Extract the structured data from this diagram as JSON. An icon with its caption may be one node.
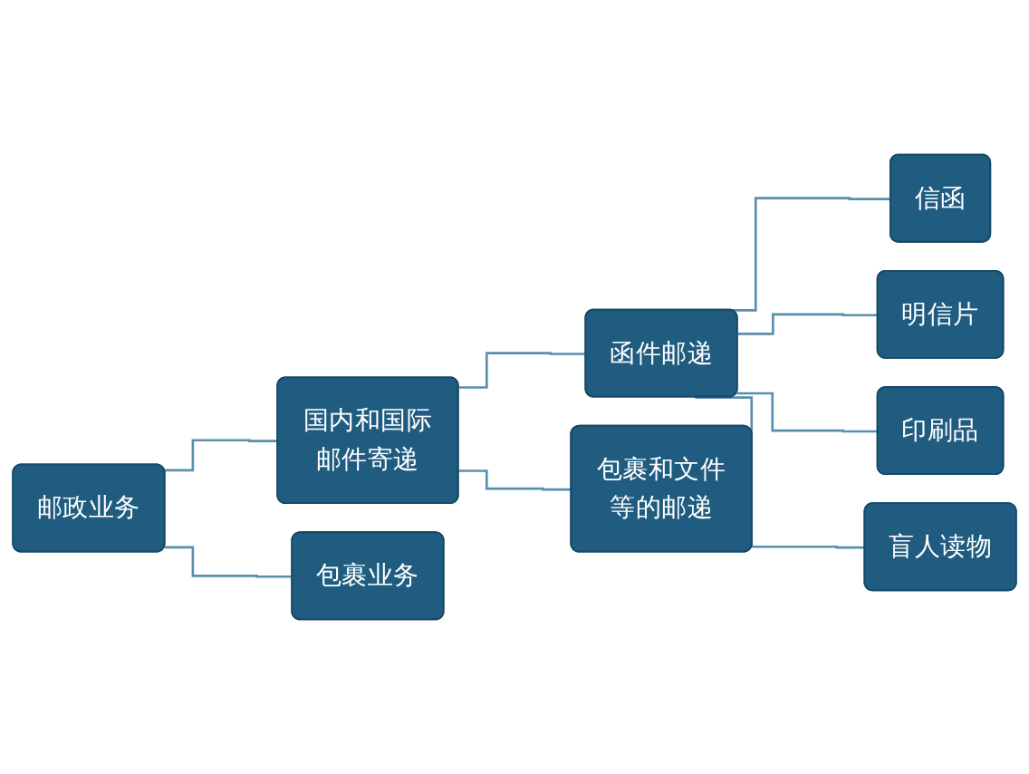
{
  "diagram": {
    "nodes": [
      {
        "text": [
          "邮政业务"
        ]
      },
      {
        "text": [
          "国内和国际邮件寄递"
        ]
      },
      {
        "text": [
          "包裹业务"
        ]
      },
      {
        "text": [
          "函件邮递"
        ]
      },
      {
        "text": [
          "包裹和文件等的邮递"
        ]
      },
      {
        "text": [
          "信函"
        ]
      },
      {
        "text": [
          "明信片"
        ]
      },
      {
        "text": [
          "印刷品"
        ]
      },
      {
        "text": [
          "盲人读物"
        ]
      }
    ],
    "edges": [
      {
        "from": 0,
        "to": 1,
        "arrow": "none"
      },
      {
        "from": 0,
        "to": 2,
        "arrow": "none"
      },
      {
        "from": 1,
        "to": 3,
        "arrow": "none"
      },
      {
        "from": 1,
        "to": 4,
        "arrow": "none"
      },
      {
        "from": 3,
        "to": 5,
        "arrow": "none"
      },
      {
        "from": 3,
        "to": 6,
        "arrow": "none"
      },
      {
        "from": 3,
        "to": 7,
        "arrow": "none"
      },
      {
        "from": 3,
        "to": 8,
        "arrow": "none"
      }
    ]
  }
}
